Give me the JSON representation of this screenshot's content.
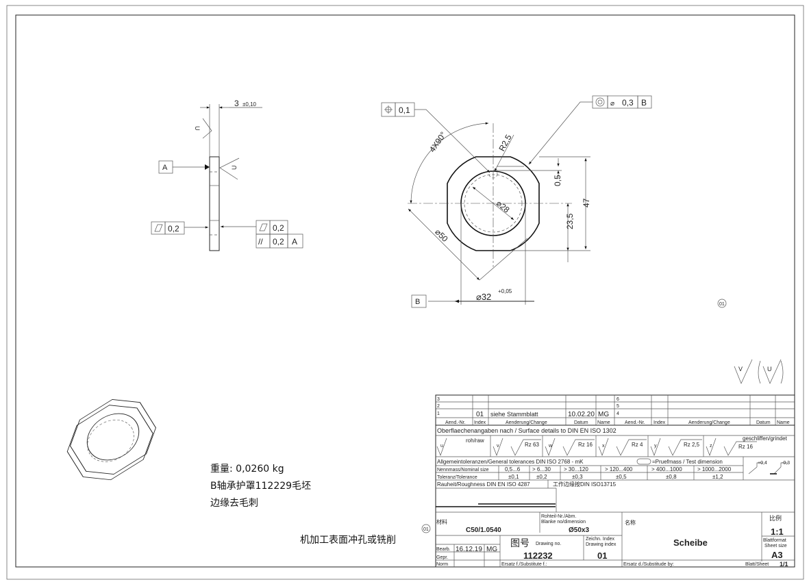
{
  "side_view": {
    "thickness_dim": "3",
    "thickness_tol": "±0,10",
    "surface_symbol": "U",
    "datum_a": "A",
    "flatness_left": {
      "symbol": "flatness",
      "value": "0,2"
    },
    "flatness_right": {
      "symbol": "flatness",
      "value": "0,2"
    },
    "parallelism": {
      "symbol": "//",
      "value": "0,2",
      "datum": "A"
    }
  },
  "front_view": {
    "position_tol": {
      "symbol": "position",
      "value": "0,1"
    },
    "concentricity_tol": {
      "symbol": "concentricity",
      "dia": "⌀",
      "value": "0,3",
      "datum": "B"
    },
    "angle_dim": "4X90°",
    "radius_dim": "R2,5",
    "notch_depth": "0,5",
    "inner_dia": "⌀28",
    "outer_dia": "⌀50",
    "half_height": "23,5",
    "flat_height": "47",
    "bore_dia": "⌀32",
    "bore_tol": "+0,05",
    "datum_b": "B",
    "revision_marker": "01"
  },
  "surface_legend": {
    "symbol_1": "V",
    "symbol_2": "U"
  },
  "notes": {
    "weight": "重量: 0,0260 kg",
    "blank": "B轴承护罩112229毛坯",
    "deburr": "边缘去毛刺",
    "machining": "机加工表面冲孔或铣削",
    "revision_marker": "01"
  },
  "title_block": {
    "change_rows_left": [
      "3",
      "2",
      "1"
    ],
    "change_rows_right": [
      "6",
      "5",
      "4"
    ],
    "change_entry": {
      "index": "01",
      "change": "siehe Stammblatt",
      "date": "10.02.20",
      "name": "MG"
    },
    "change_headers": {
      "aend_nr": "Aend.-Nr.",
      "index": "Index",
      "change": "Aenderung/Change",
      "date": "Datum",
      "name": "Name"
    },
    "surface_title": "Oberflaechenangaben nach / Surface details to DIN EN ISO 1302",
    "surface_symbols": [
      {
        "letter": "u",
        "value": "roh/raw"
      },
      {
        "letter": "v",
        "value": "Rz 63"
      },
      {
        "letter": "w",
        "value": "Rz 16"
      },
      {
        "letter": "x",
        "value": "Rz 4"
      },
      {
        "letter": "y",
        "value": "Rz 2,5"
      },
      {
        "letter": "z",
        "value": "Rz 16",
        "note": "geschliffen/grindet"
      }
    ],
    "general_tol_title": "Allgemeintoleranzen/General tolerances DIN ISO 2768 - mK",
    "test_dim": "=Pruefmass / Test dimension",
    "nominal_label": "Nennmass/Nominal size",
    "tolerance_label": "Toleranz/Tolerance",
    "nominal_sizes": [
      "0,5...6",
      "> 6...30",
      "> 30...120",
      "> 120...400",
      "> 400...1000",
      "> 1000...2000"
    ],
    "tolerances": [
      "±0,1",
      "±0,2",
      "±0,3",
      "±0,5",
      "±0,8",
      "±1,2"
    ],
    "edge_plus": "+0,4",
    "edge_minus": "-0,3",
    "roughness": "Rauheit/Roughness DIN EN ISO 4287",
    "edge_std": "工作边缘按DIN ISO13715",
    "material_label": "材料",
    "material": "C50/1.0540",
    "blank_label_1": "Rohteil-Nr./Abm.",
    "blank_label_2": "Blanke no/dimension",
    "blank_dim": "Ø50x3",
    "name_label": "名称",
    "part_name": "Scheibe",
    "scale_label": "比例",
    "scale": "1:1",
    "drawing_no_label": "图号",
    "drawing_no_label_en": "Drawing no.",
    "drawing_no": "112232",
    "drawing_index_label_1": "Zeichn. Index",
    "drawing_index_label_2": "Drawing index",
    "drawing_index": "01",
    "sheet_format_label_1": "Blattformat",
    "sheet_format_label_2": "Sheet size",
    "sheet_format": "A3",
    "bearb_label": "Bearb.",
    "bearb_date": "16.12.19",
    "bearb_name": "MG",
    "gepr_label": "Gepr.",
    "norm_label": "Norm",
    "substitute_for": "Ersatz f./Substitute f.:",
    "substitute_by": "Ersatz d./Substitude by:",
    "sheet_label": "Blatt/Sheet",
    "sheet": "1/1"
  }
}
